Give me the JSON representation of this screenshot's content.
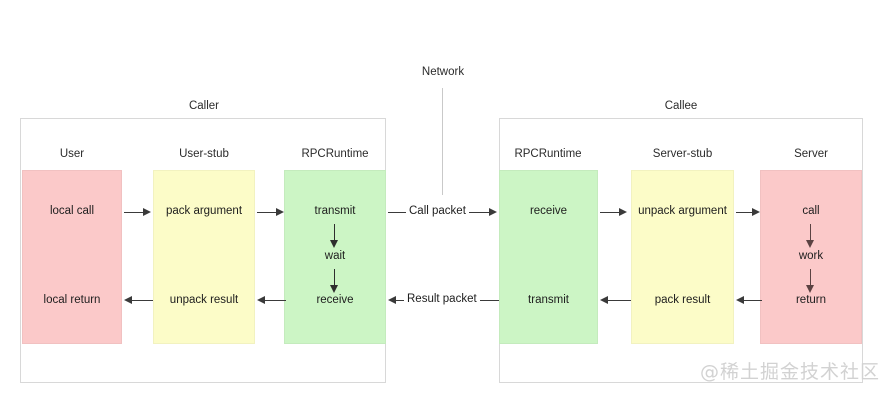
{
  "diagram": {
    "network_label": "Network",
    "packets": {
      "call": "Call packet",
      "result": "Result packet"
    },
    "watermark": "@稀土掘金技术社区",
    "colors": {
      "pink": "#fbc9c9",
      "yellow": "#fcfcc8",
      "green": "#ccf5c5",
      "panel_border": "#d8d8d8",
      "arrow": "#3a3a3a",
      "vertical_arrow": "#5b4242",
      "watermark": "#d2d2d2"
    },
    "panels": [
      {
        "id": "caller",
        "title": "Caller",
        "columns": [
          {
            "id": "user",
            "title": "User",
            "color": "pink",
            "steps": [
              "local call",
              "local return"
            ]
          },
          {
            "id": "user-stub",
            "title": "User-stub",
            "color": "yellow",
            "steps": [
              "pack argument",
              "unpack result"
            ]
          },
          {
            "id": "rpcruntime",
            "title": "RPCRuntime",
            "color": "green",
            "steps": [
              "transmit",
              "wait",
              "receive"
            ]
          }
        ]
      },
      {
        "id": "callee",
        "title": "Callee",
        "columns": [
          {
            "id": "rpcruntime",
            "title": "RPCRuntime",
            "color": "green",
            "steps": [
              "receive",
              "transmit"
            ]
          },
          {
            "id": "server-stub",
            "title": "Server-stub",
            "color": "yellow",
            "steps": [
              "unpack argument",
              "pack result"
            ]
          },
          {
            "id": "server",
            "title": "Server",
            "color": "pink",
            "steps": [
              "call",
              "work",
              "return"
            ]
          }
        ]
      }
    ]
  }
}
